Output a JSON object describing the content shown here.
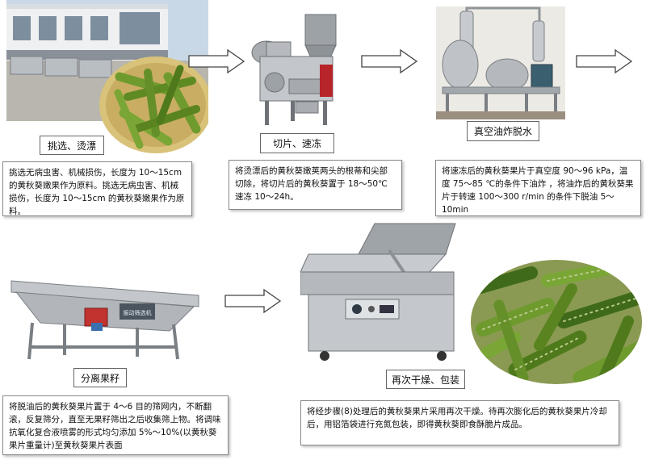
{
  "steps": [
    {
      "label": "挑选、烫漂",
      "description": "挑选无病虫害、机械损伤，长度为 10～15cm 的黄秋葵嫩果作为原料。挑选无病虫害、机械损伤，长度为 10～15cm 的黄秋葵嫩果作为原料。",
      "image": "okra-factory-photo"
    },
    {
      "label": "切片、速冻",
      "description": "将烫漂后的黄秋葵嫩荚两头的根蒂和尖部切除，将切片后的黄秋葵置于 18～50℃速冻 10～24h。",
      "image": "slicing-machine-photo"
    },
    {
      "label": "真空油炸脱水",
      "description": "将速冻后的黄秋葵果片于真空度 90～96 kPa，温度 75～85 ℃的条件下油炸 ，将油炸后的黄秋葵果片于转速 100～300 r/min 的条件下脱油 5～10min",
      "image": "vacuum-fryer-photo"
    },
    {
      "label": "分离果籽",
      "description": "将脱油后的黄秋葵果片置于 4～6 目的筛网内，不断翻滚，反复筛分，直至无果籽筛出之后收集筛上物。将调味抗氧化复合液喷雾的形式均匀添加 5%～10%(以黄秋葵果片重量计)至黄秋葵果片表面",
      "image": "vibrating-screen-photo"
    },
    {
      "label": "再次干燥、包装",
      "description": "将经步骤(8)处理后的黄秋葵果片采用再次干燥。待再次膨化后的黄秋葵果片冷却后，用铝箔袋进行充氮包装，即得黄秋葵即食酥脆片成品。",
      "image": "vacuum-packing-machine-photo"
    }
  ],
  "machine_plate_text": "振动筛选机",
  "colors": {
    "okra_green": "#6f9a2e",
    "okra_dark": "#3f6a1a",
    "steel": "#a9adb1",
    "steel_dark": "#6e7276",
    "arrow_outline": "#444444"
  }
}
